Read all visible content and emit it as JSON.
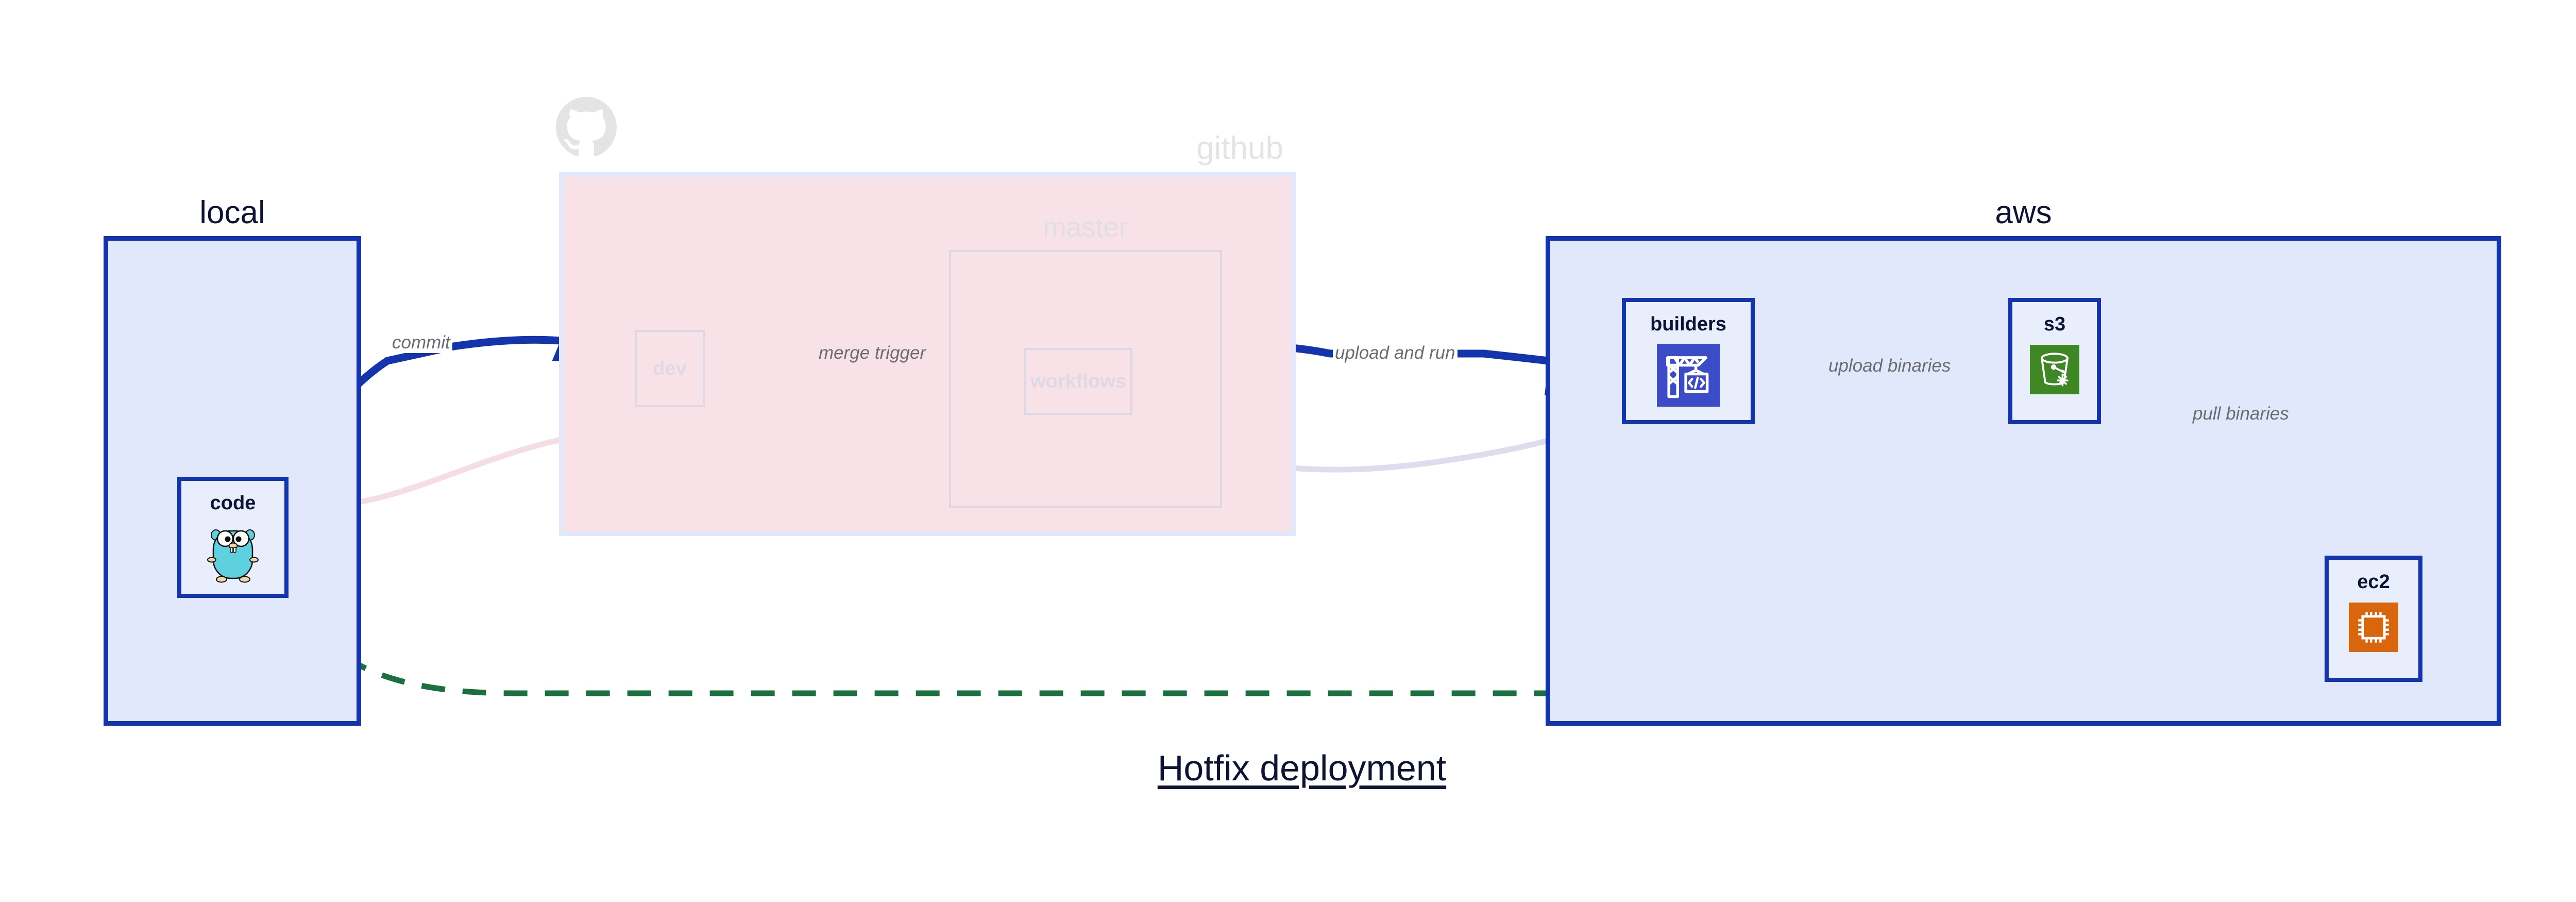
{
  "title": "Hotfix deployment",
  "colors": {
    "accent_blue": "#1434ae",
    "group_fill_blue": "#e2e8fb",
    "github_fill_pink": "#f8e2e8",
    "hotfix_green": "#1b7040",
    "dim_gray": "#e4e4e4",
    "label_gray": "#6b6b73",
    "node_title": "#0d1333",
    "s3_icon_bg": "#3f8624",
    "ec2_icon_bg": "#d9660d",
    "builders_icon_bg": "#3c4bc8",
    "gopher_body": "#5fd0dd"
  },
  "groups": [
    {
      "id": "local",
      "label": "local",
      "state": "bright"
    },
    {
      "id": "github",
      "label": "github",
      "state": "dim"
    },
    {
      "id": "master",
      "label": "master",
      "state": "dim"
    },
    {
      "id": "aws",
      "label": "aws",
      "state": "bright"
    }
  ],
  "nodes": [
    {
      "id": "code",
      "label": "code",
      "icon": "go-gopher-icon",
      "state": "bright",
      "group": "local"
    },
    {
      "id": "dev",
      "label": "dev",
      "icon": "none",
      "state": "dim",
      "group": "github"
    },
    {
      "id": "workflows",
      "label": "workflows",
      "icon": "none",
      "state": "dim",
      "group": "master"
    },
    {
      "id": "builders",
      "label": "builders",
      "icon": "crane-code-icon",
      "state": "bright",
      "group": "aws"
    },
    {
      "id": "s3",
      "label": "s3",
      "icon": "s3-bucket-icon",
      "state": "bright",
      "group": "aws"
    },
    {
      "id": "ec2",
      "label": "ec2",
      "icon": "cpu-chip-icon",
      "state": "bright",
      "group": "aws"
    }
  ],
  "edges": [
    {
      "id": "commit",
      "label": "commit",
      "from": "code",
      "to": "dev",
      "style": "solid-bold-blue"
    },
    {
      "id": "merge-trigger",
      "label": "merge trigger",
      "from": "dev",
      "to": "workflows",
      "style": "solid-bold-blue"
    },
    {
      "id": "upload-and-run",
      "label": "upload and run",
      "from": "workflows",
      "to": "builders",
      "style": "solid-bold-blue"
    },
    {
      "id": "upload-binaries",
      "label": "upload binaries",
      "from": "builders",
      "to": "s3",
      "style": "solid-thin-blue"
    },
    {
      "id": "pull-binaries",
      "label": "pull binaries",
      "from": "s3",
      "to": "ec2",
      "style": "solid-thin-blue"
    },
    {
      "id": "hotfix-direct",
      "label": "",
      "from": "code",
      "to": "ec2",
      "style": "dashed-green"
    },
    {
      "id": "dim-code-dev",
      "label": "",
      "from": "code",
      "to": "dev",
      "style": "dim-pink"
    },
    {
      "id": "dim-dev-wf",
      "label": "",
      "from": "dev",
      "to": "workflows",
      "style": "dim-lavender"
    },
    {
      "id": "dim-wf-builders",
      "label": "",
      "from": "workflows",
      "to": "builders",
      "style": "dim-lavender"
    }
  ],
  "icons": {
    "github_logo": "github-octocat-icon"
  }
}
